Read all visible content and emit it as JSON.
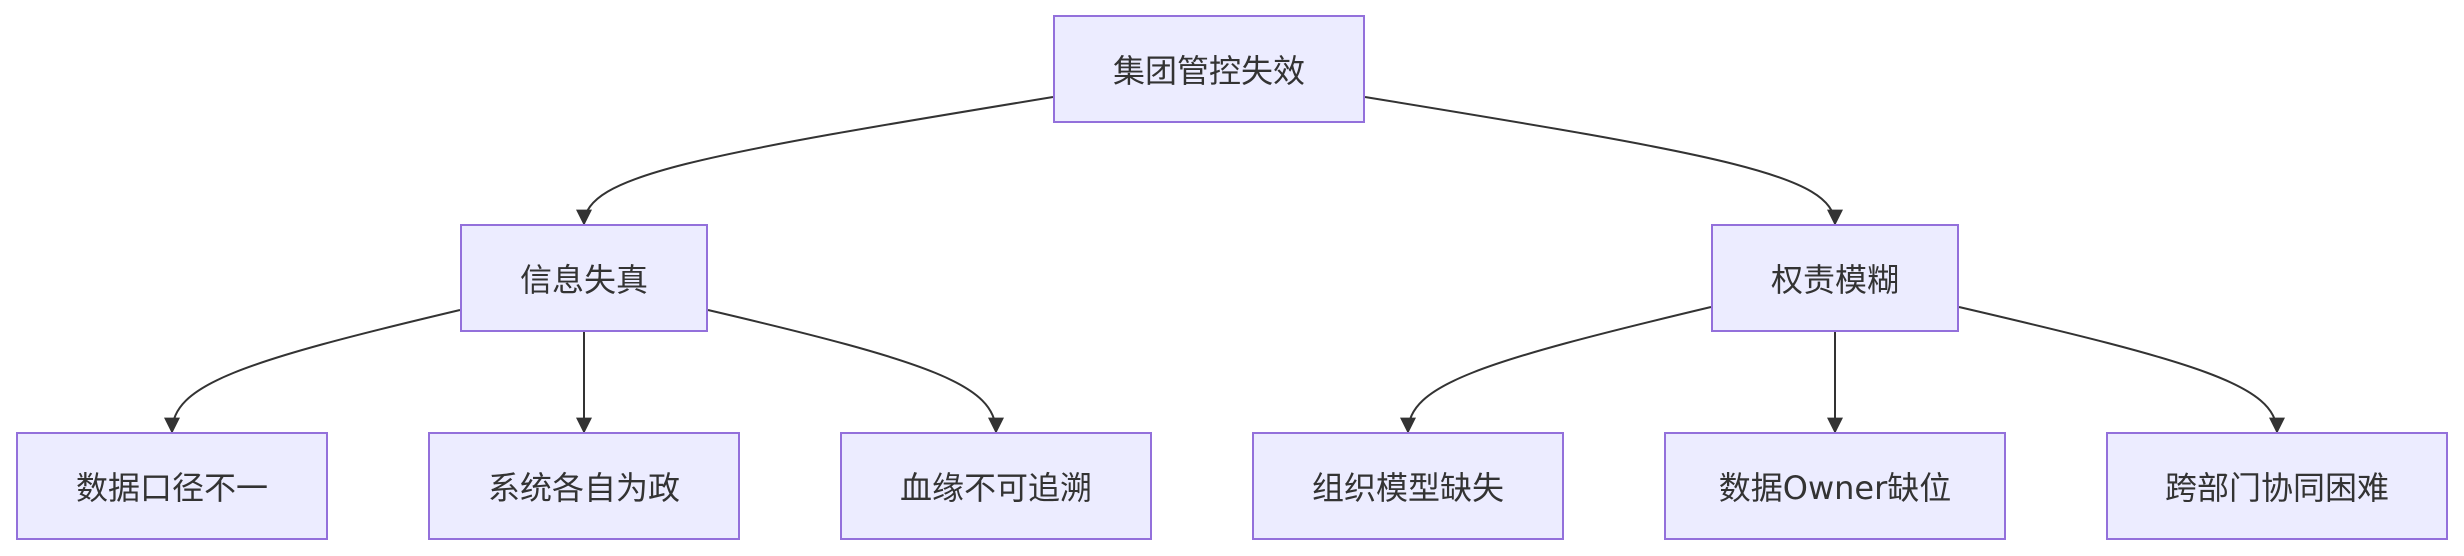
{
  "diagram": {
    "root": "集团管控失效",
    "branches": [
      {
        "label": "信息失真",
        "children": [
          "数据口径不一",
          "系统各自为政",
          "血缘不可追溯"
        ]
      },
      {
        "label": "权责模糊",
        "children": [
          "组织模型缺失",
          "数据Owner缺位",
          "跨部门协同困难"
        ]
      }
    ],
    "colors": {
      "node_fill": "#ECECFF",
      "node_border": "#9370DB",
      "edge": "#333333",
      "text": "#333333"
    }
  }
}
